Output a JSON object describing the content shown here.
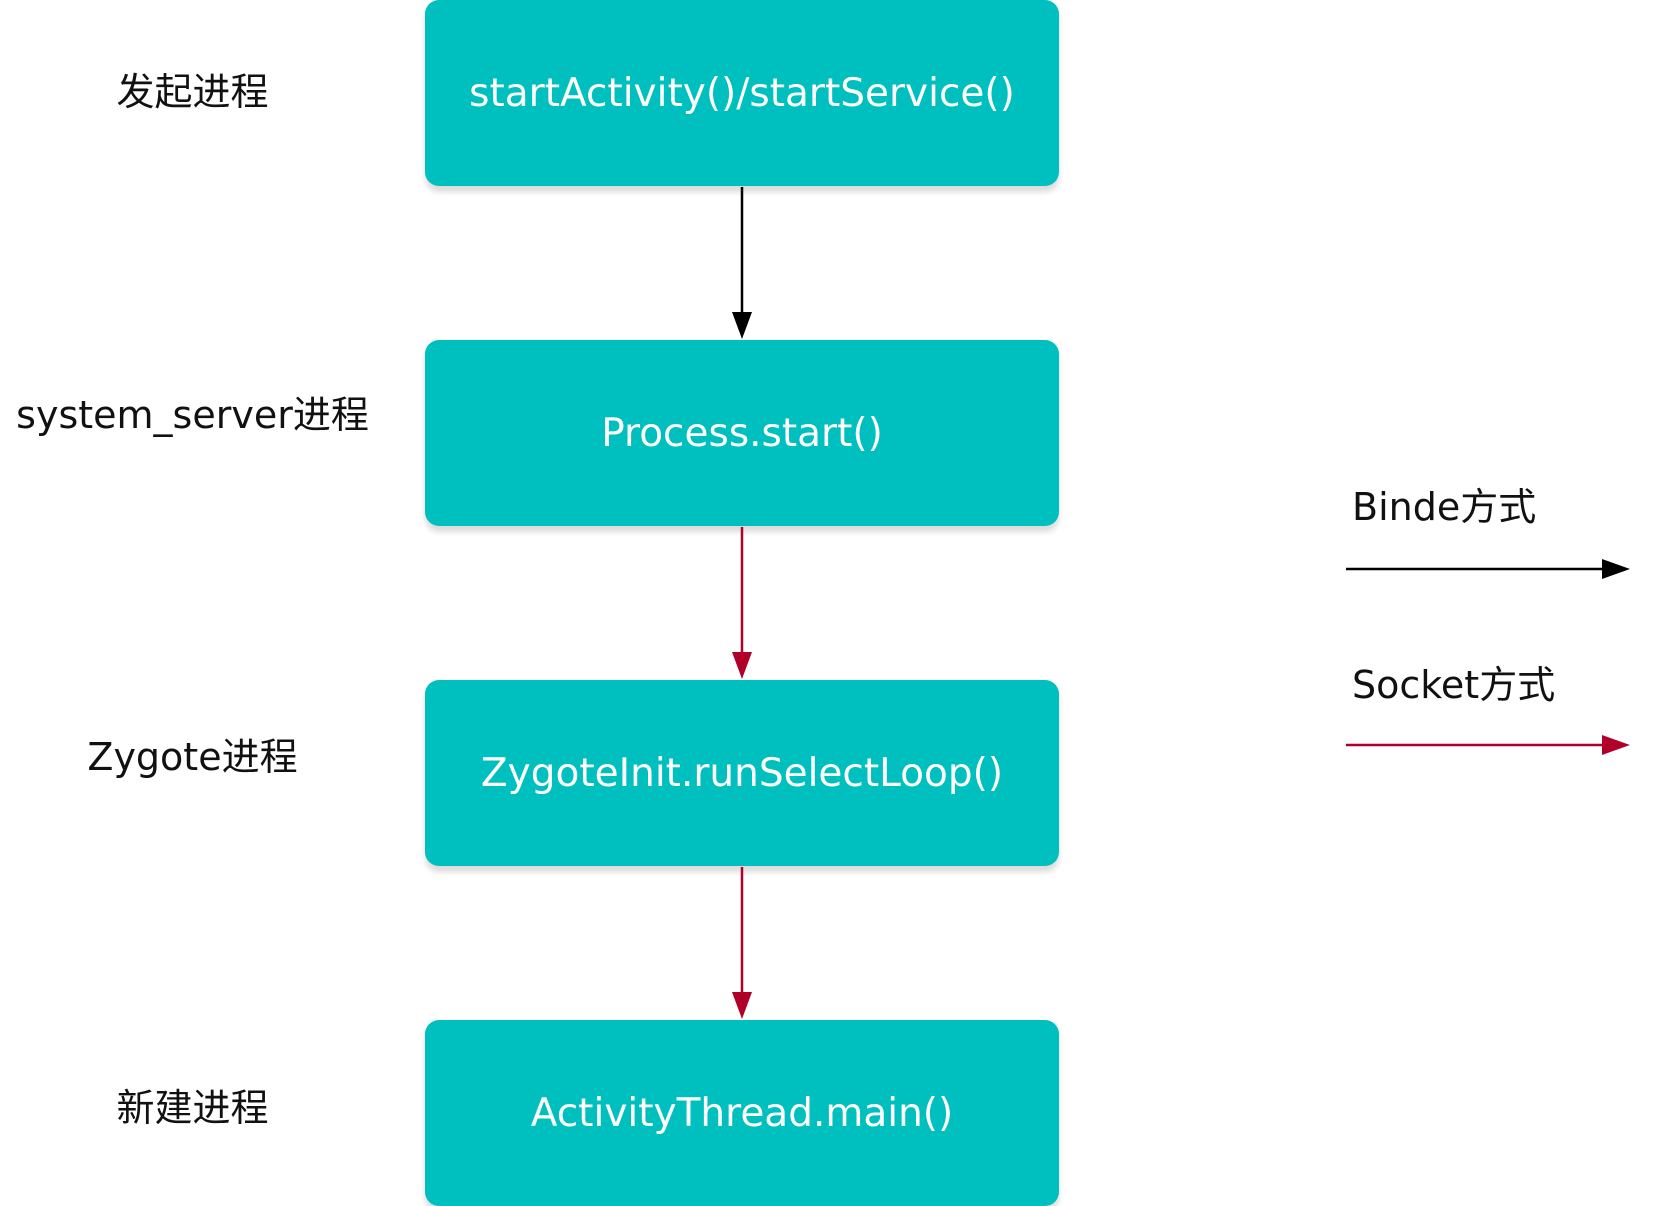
{
  "processes": [
    {
      "label": "发起进程",
      "box": "startActivity()/startService()"
    },
    {
      "label": "system_server进程",
      "box": "Process.start()"
    },
    {
      "label": "Zygote进程",
      "box": "ZygoteInit.runSelectLoop()"
    },
    {
      "label": "新建进程",
      "box": "ActivityThread.main()"
    }
  ],
  "legend": {
    "binder": {
      "label": "Binde方式",
      "color": "#000000"
    },
    "socket": {
      "label": "Socket方式",
      "color": "#b0002a"
    }
  },
  "flow_edges": [
    {
      "from": 0,
      "to": 1,
      "kind": "binder"
    },
    {
      "from": 1,
      "to": 2,
      "kind": "socket"
    },
    {
      "from": 2,
      "to": 3,
      "kind": "socket"
    }
  ],
  "colors": {
    "box_fill": "#00bfbf",
    "box_text": "#ffffff"
  }
}
